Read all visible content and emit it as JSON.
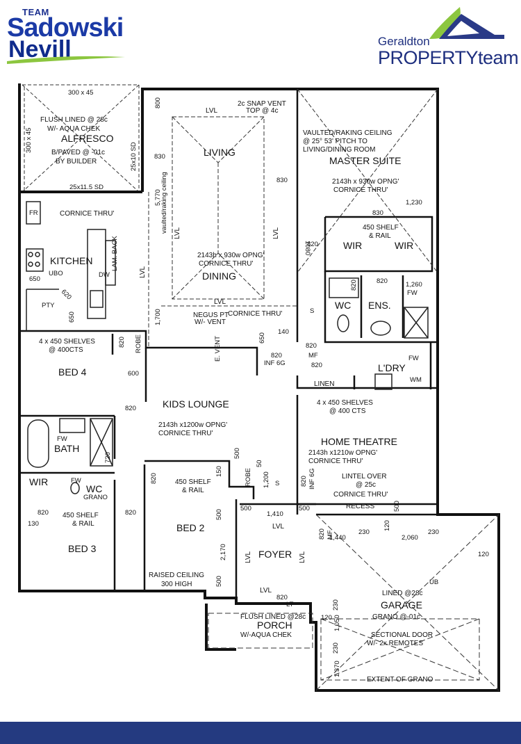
{
  "branding": {
    "left_logo": {
      "team": "TEAM",
      "name_line1": "Sadowski",
      "name_line2": "Nevill"
    },
    "right_logo": {
      "line1": "Geraldton",
      "line2": "PROPERTYteam"
    },
    "colors": {
      "navy": "#1b3aa6",
      "green": "#8cc63f",
      "footer": "#243a80"
    }
  },
  "rooms": {
    "alfresco": "ALFRESCO",
    "living": "LIVING",
    "master_suite": "MASTER SUITE",
    "kitchen": "KITCHEN",
    "dining": "DINING",
    "wir": "WIR",
    "wc": "WC",
    "ens": "ENS.",
    "ldry": "L'DRY",
    "bed4": "BED 4",
    "kids_lounge": "KIDS LOUNGE",
    "home_theatre": "HOME THEATRE",
    "bath": "BATH",
    "bed2": "BED 2",
    "bed3": "BED 3",
    "foyer": "FOYER",
    "garage": "GARAGE",
    "porch": "PORCH"
  },
  "notes": {
    "alfresco_beam": "300 x 45",
    "alfresco_post": "300 x 45",
    "alfresco_flush": "FLUSH LINED @ 28c",
    "alfresco_aqua": "W/- AQUA CHEK",
    "alfresco_paved": "B/PAVED @ -01c",
    "alfresco_builder": "BY BUILDER",
    "sd_25x10": "25x10 SD",
    "sd_25x115": "25x11.5 SD",
    "snap_vent1": "2c SNAP VENT",
    "snap_vent2": "TOP @ 4c",
    "vaulted1": "VAULTED/RAKING CEILING",
    "vaulted2": "@ 25° 53' PITCH TO",
    "vaulted3": "LIVING/DINING ROOM",
    "lvl": "LVL",
    "vaulted_vertical": "vaulted/raking ceiling",
    "dim_5770": "5,770",
    "master_opng": "2143h x 930w OPNG'",
    "cornice_thru": "CORNICE THRU'",
    "dim_830": "830",
    "dim_1230": "1,230",
    "dim_800": "800",
    "dim_1080": "1080",
    "dim_820": "820",
    "shelf_450": "450 SHELF",
    "and_rail": "& RAIL",
    "fr": "FR",
    "ubo": "UBO",
    "dim_650": "650",
    "lam_back": "LAM. BACK",
    "dw": "DW",
    "pty": "PTY",
    "dim_620": "620",
    "dining_opng": "2143h x 930w OPNG'",
    "dining_cornice": "CORNICE THRU'",
    "dim_1260": "1,260",
    "fw": "FW",
    "s": "S",
    "mf": "MF",
    "linen": "LINEN",
    "wm": "WM",
    "negus1": "NEGUS PT",
    "negus2": "W/- VENT",
    "e_vent": "E. VENT",
    "dim_1700": "1,700",
    "dim_140": "140",
    "inf6g": "INF 6G",
    "shelves4": "4 x 450 SHELVES",
    "cts400": "@ 400CTS",
    "robe": "ROBE",
    "dim_600": "600",
    "kids_opng": "2143h x1200w OPNG'",
    "kids_cornice": "CORNICE THRU'",
    "shelves_ht": "4 x 450 SHELVES",
    "cts_ht": "@ 400 CTS",
    "ht_opng": "2143h x1210w OPNG'",
    "ht_cornice": "CORNICE THRU'",
    "lintel1": "LINTEL OVER",
    "lintel2": "@ 25c",
    "lintel3": "CORNICE THRU'",
    "recess": "RECESS",
    "dim_720": "720",
    "dim_500": "500",
    "dim_50": "50",
    "dim_150": "150",
    "dim_1200": "1,200",
    "dim_1410": "1,410",
    "grano": "GRANO",
    "shelf_bed3a": "450 SHELF",
    "shelf_bed3b": "& RAIL",
    "dim_130": "130",
    "dim_2170": "2,170",
    "raised1": "RAISED CEILING",
    "raised2": "300 HIGH",
    "dim_1440": "1,440",
    "dim_230": "230",
    "dim_120": "120",
    "dim_2060": "2,060",
    "lt": "LT",
    "porch_flush": "FLUSH LINED @28c",
    "porch_aqua": "W/-AQUA CHEK",
    "ub": "UB",
    "garage_lined": "LINED @28c",
    "garage_grano": "GRANO @-01c",
    "sectional1": "SECTIONAL DOOR",
    "sectional2": "W/- 2x REMOTES",
    "dim_1050": "1,050",
    "dim_1370": "1 370",
    "extent": "EXTENT OF GRANO"
  }
}
